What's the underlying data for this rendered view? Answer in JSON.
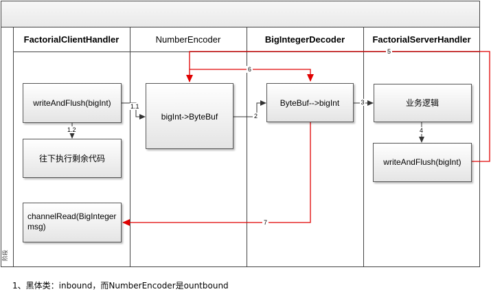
{
  "diagram": {
    "stage_label": "阶段",
    "lanes": [
      {
        "id": "client",
        "title": "FactorialClientHandler",
        "bold": true
      },
      {
        "id": "encoder",
        "title": "NumberEncoder",
        "bold": false
      },
      {
        "id": "decoder",
        "title": "BigIntegerDecoder",
        "bold": true
      },
      {
        "id": "server",
        "title": "FactorialServerHandler",
        "bold": true
      }
    ],
    "boxes": [
      {
        "id": "client-write",
        "lines": [
          "writeAndFlush(bigInt)"
        ]
      },
      {
        "id": "client-rest",
        "lines": [
          "往下执行剩余代码"
        ]
      },
      {
        "id": "client-read",
        "lines": [
          "channelRead(BigInteger",
          "msg)"
        ]
      },
      {
        "id": "encoder-convert",
        "lines": [
          "bigInt->ByteBuf"
        ]
      },
      {
        "id": "decoder-convert",
        "lines": [
          "ByteBuf-->bigInt"
        ]
      },
      {
        "id": "server-logic",
        "lines": [
          "业务逻辑"
        ]
      },
      {
        "id": "server-write",
        "lines": [
          "writeAndFlush(bigInt)"
        ]
      }
    ],
    "edges": [
      {
        "id": "e1-1",
        "label": "1.1",
        "color": "#000000"
      },
      {
        "id": "e1-2",
        "label": "1.2",
        "color": "#000000"
      },
      {
        "id": "e2",
        "label": "2",
        "color": "#000000"
      },
      {
        "id": "e3",
        "label": "3",
        "color": "#000000"
      },
      {
        "id": "e4",
        "label": "4",
        "color": "#000000"
      },
      {
        "id": "e5",
        "label": "5",
        "color": "#e00000"
      },
      {
        "id": "e6",
        "label": "6",
        "color": "#e00000"
      },
      {
        "id": "e7",
        "label": "7",
        "color": "#e00000"
      }
    ]
  },
  "footnote": "1、黑体类：inbound，而NumberEncoder是ountbound"
}
